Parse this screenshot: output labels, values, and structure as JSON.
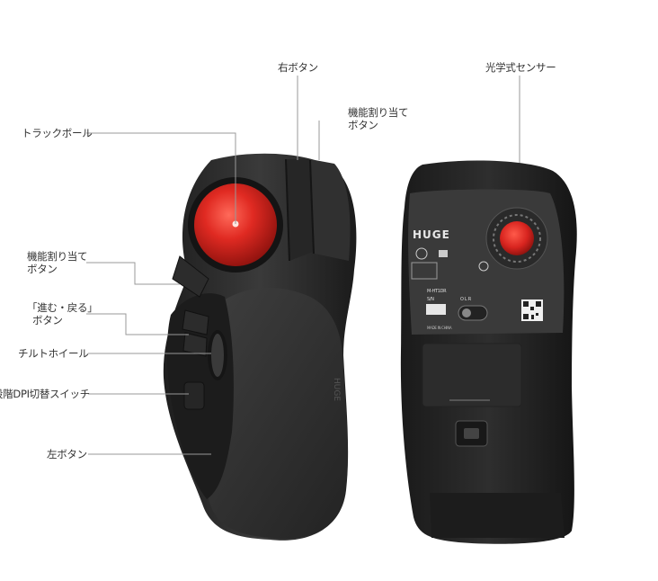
{
  "labels": {
    "right_button": "右ボタン",
    "optical_sensor": "光学式センサー",
    "trackball": "トラックボール",
    "assignable_button_top_l1": "機能割り当て",
    "assignable_button_top_l2": "ボタン",
    "assignable_button_side_l1": "機能割り当て",
    "assignable_button_side_l2": "ボタン",
    "forward_back_l1": "「進む・戻る」",
    "forward_back_l2": "ボタン",
    "tilt_wheel": "チルトホイール",
    "dpi_switch": "段階DPI切替スイッチ",
    "left_button": "左ボタン"
  },
  "mouse_bottom": {
    "brand": "HUGE",
    "model": "M-HT1DR",
    "sn": "S/N",
    "switch_marks": "O  L  R",
    "made_in": "MADE IN CHINA"
  },
  "colors": {
    "ball": "#d8241f",
    "body": "#2b2b2b",
    "leader": "#999999"
  }
}
